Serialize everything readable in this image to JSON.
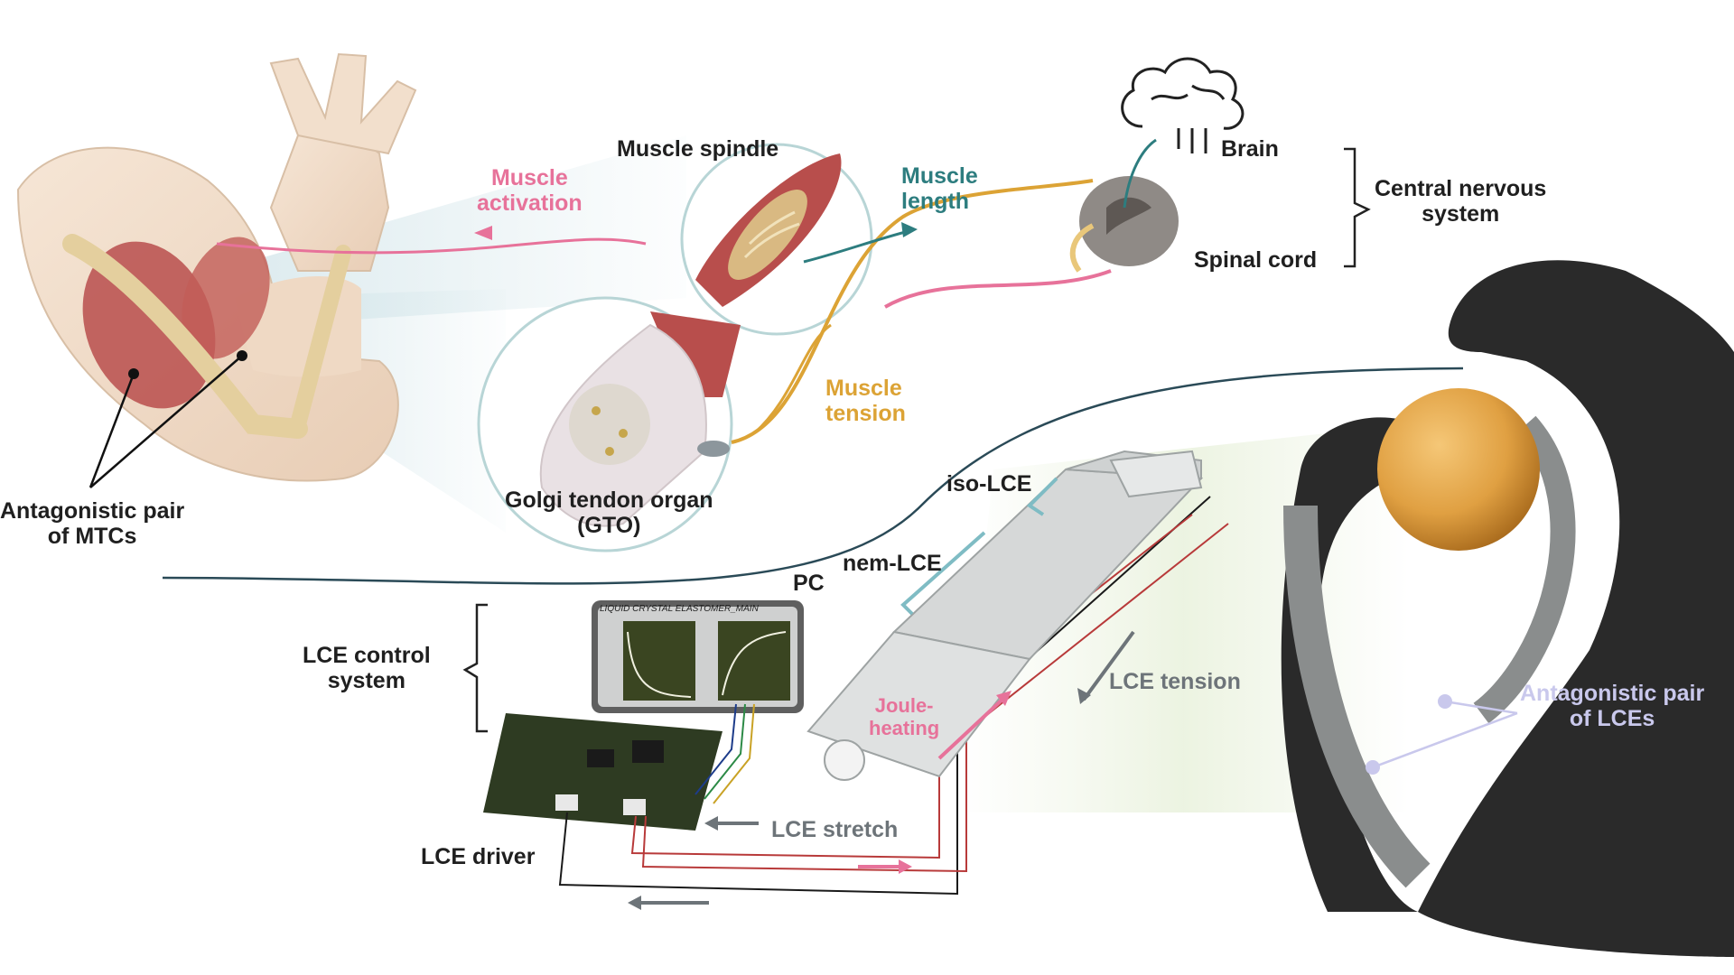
{
  "colors": {
    "pink": "#e7729a",
    "teal": "#2d7d7f",
    "gold": "#dca335",
    "gray": "#6d7479",
    "lilac": "#c9c8ec",
    "pcb_green": "#2e3b22",
    "ball_orange": "#e0a042",
    "gripper_black": "#2a2a2a",
    "muscle_red": "#b84e4c",
    "skin": "#f1ddca"
  },
  "bio": {
    "muscle_activation": "Muscle\nactivation",
    "muscle_spindle": "Muscle spindle",
    "muscle_length": "Muscle\nlength",
    "muscle_tension": "Muscle\ntension",
    "gto": "Golgi tendon organ\n(GTO)",
    "brain": "Brain",
    "spinal_cord": "Spinal cord",
    "cns": "Central nervous\nsystem",
    "mtc_pair": "Antagonistic pair\nof MTCs"
  },
  "robot": {
    "pc": "PC",
    "pc_screen_title": "LIQUID CRYSTAL ELASTOMER_MAIN",
    "lce_control_system": "LCE control\nsystem",
    "lce_driver": "LCE driver",
    "iso_lce": "iso-LCE",
    "nem_lce": "nem-LCE",
    "joule_heating": "Joule-\nheating",
    "lce_tension": "LCE tension",
    "lce_stretch": "LCE stretch",
    "lce_pair": "Antagonistic pair\nof LCEs"
  }
}
